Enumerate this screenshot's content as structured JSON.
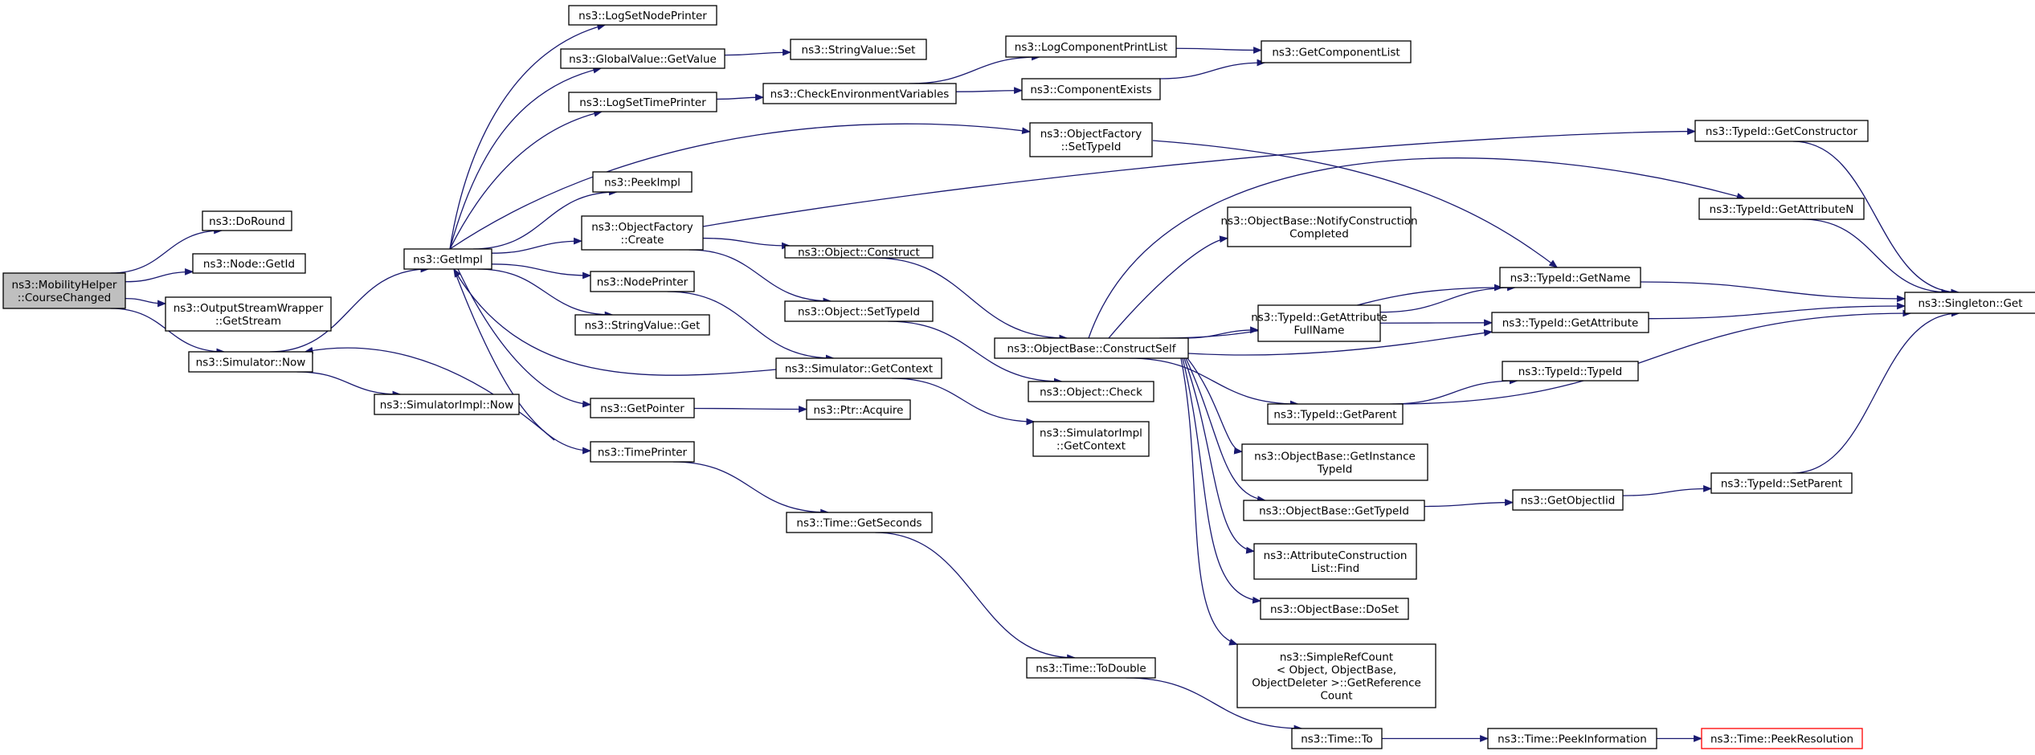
{
  "diagram": {
    "title": "",
    "colors": {
      "edge": "#191970",
      "root_fill": "#bfbfbf",
      "node_border": "#000000",
      "truncated_border": "#ff0000"
    },
    "nodes": [
      {
        "id": "n0",
        "lines": [
          "ns3::MobilityHelper",
          "::CourseChanged"
        ]
      },
      {
        "id": "n1",
        "lines": [
          "ns3::DoRound"
        ]
      },
      {
        "id": "n2",
        "lines": [
          "ns3::Node::GetId"
        ]
      },
      {
        "id": "n3",
        "lines": [
          "ns3::OutputStreamWrapper",
          "::GetStream"
        ]
      },
      {
        "id": "n4",
        "lines": [
          "ns3::Simulator::Now"
        ]
      },
      {
        "id": "n5",
        "lines": [
          "ns3::GetImpl"
        ]
      },
      {
        "id": "n6",
        "lines": [
          "ns3::SimulatorImpl::Now"
        ]
      },
      {
        "id": "n7",
        "lines": [
          "ns3::LogSetNodePrinter"
        ]
      },
      {
        "id": "n8",
        "lines": [
          "ns3::GlobalValue::GetValue"
        ]
      },
      {
        "id": "n9",
        "lines": [
          "ns3::LogSetTimePrinter"
        ]
      },
      {
        "id": "n10",
        "lines": [
          "ns3::PeekImpl"
        ]
      },
      {
        "id": "n11",
        "lines": [
          "ns3::ObjectFactory",
          "::Create"
        ]
      },
      {
        "id": "n12",
        "lines": [
          "ns3::NodePrinter"
        ]
      },
      {
        "id": "n13",
        "lines": [
          "ns3::StringValue::Get"
        ]
      },
      {
        "id": "n14",
        "lines": [
          "ns3::GetPointer"
        ]
      },
      {
        "id": "n15",
        "lines": [
          "ns3::TimePrinter"
        ]
      },
      {
        "id": "n16",
        "lines": [
          "ns3::StringValue::Set"
        ]
      },
      {
        "id": "n17",
        "lines": [
          "ns3::CheckEnvironmentVariables"
        ]
      },
      {
        "id": "n18",
        "lines": [
          "ns3::Object::Construct"
        ]
      },
      {
        "id": "n19",
        "lines": [
          "ns3::Object::SetTypeId"
        ]
      },
      {
        "id": "n20",
        "lines": [
          "ns3::Simulator::GetContext"
        ]
      },
      {
        "id": "n21",
        "lines": [
          "ns3::Ptr::Acquire"
        ]
      },
      {
        "id": "n22",
        "lines": [
          "ns3::Time::GetSeconds"
        ]
      },
      {
        "id": "n23",
        "lines": [
          "ns3::LogComponentPrintList"
        ]
      },
      {
        "id": "n24",
        "lines": [
          "ns3::ComponentExists"
        ]
      },
      {
        "id": "n25",
        "lines": [
          "ns3::ObjectFactory",
          "::SetTypeId"
        ]
      },
      {
        "id": "n26",
        "lines": [
          "ns3::ObjectBase::ConstructSelf"
        ]
      },
      {
        "id": "n27",
        "lines": [
          "ns3::Object::Check"
        ]
      },
      {
        "id": "n28",
        "lines": [
          "ns3::SimulatorImpl",
          "::GetContext"
        ]
      },
      {
        "id": "n29",
        "lines": [
          "ns3::Time::ToDouble"
        ]
      },
      {
        "id": "n30",
        "lines": [
          "ns3::GetComponentList"
        ]
      },
      {
        "id": "n31",
        "lines": [
          "ns3::ObjectBase::NotifyConstruction",
          "Completed"
        ]
      },
      {
        "id": "n32",
        "lines": [
          "ns3::TypeId::GetAttribute",
          "FullName"
        ]
      },
      {
        "id": "n33",
        "lines": [
          "ns3::TypeId::GetParent"
        ]
      },
      {
        "id": "n34",
        "lines": [
          "ns3::ObjectBase::GetInstance",
          "TypeId"
        ]
      },
      {
        "id": "n35",
        "lines": [
          "ns3::ObjectBase::GetTypeId"
        ]
      },
      {
        "id": "n36",
        "lines": [
          "ns3::AttributeConstruction",
          "List::Find"
        ]
      },
      {
        "id": "n37",
        "lines": [
          "ns3::ObjectBase::DoSet"
        ]
      },
      {
        "id": "n38",
        "lines": [
          "ns3::SimpleRefCount",
          "< Object, ObjectBase,",
          "ObjectDeleter >::GetReference",
          "Count"
        ]
      },
      {
        "id": "n39",
        "lines": [
          "ns3::Time::To"
        ]
      },
      {
        "id": "n40",
        "lines": [
          "ns3::TypeId::GetName"
        ]
      },
      {
        "id": "n41",
        "lines": [
          "ns3::TypeId::GetAttribute"
        ]
      },
      {
        "id": "n42",
        "lines": [
          "ns3::TypeId::TypeId"
        ]
      },
      {
        "id": "n43",
        "lines": [
          "ns3::GetObjectIid"
        ]
      },
      {
        "id": "n44",
        "lines": [
          "ns3::Time::PeekInformation"
        ]
      },
      {
        "id": "n45",
        "lines": [
          "ns3::TypeId::GetConstructor"
        ]
      },
      {
        "id": "n46",
        "lines": [
          "ns3::TypeId::GetAttributeN"
        ]
      },
      {
        "id": "n47",
        "lines": [
          "ns3::TypeId::SetParent"
        ]
      },
      {
        "id": "n48",
        "lines": [
          "ns3::Time::PeekResolution"
        ]
      },
      {
        "id": "n49",
        "lines": [
          "ns3::Singleton::Get"
        ]
      }
    ],
    "edges": [
      [
        "n0",
        "n1"
      ],
      [
        "n0",
        "n2"
      ],
      [
        "n0",
        "n3"
      ],
      [
        "n0",
        "n4"
      ],
      [
        "n4",
        "n5"
      ],
      [
        "n4",
        "n6"
      ],
      [
        "n5",
        "n7"
      ],
      [
        "n5",
        "n8"
      ],
      [
        "n5",
        "n9"
      ],
      [
        "n5",
        "n25"
      ],
      [
        "n5",
        "n10"
      ],
      [
        "n5",
        "n11"
      ],
      [
        "n5",
        "n12"
      ],
      [
        "n5",
        "n13"
      ],
      [
        "n5",
        "n14"
      ],
      [
        "n5",
        "n15"
      ],
      [
        "n8",
        "n16"
      ],
      [
        "n9",
        "n17"
      ],
      [
        "n17",
        "n23"
      ],
      [
        "n17",
        "n24"
      ],
      [
        "n23",
        "n30"
      ],
      [
        "n24",
        "n30"
      ],
      [
        "n25",
        "n40"
      ],
      [
        "n11",
        "n45"
      ],
      [
        "n11",
        "n18"
      ],
      [
        "n11",
        "n19"
      ],
      [
        "n18",
        "n26"
      ],
      [
        "n19",
        "n27"
      ],
      [
        "n12",
        "n20"
      ],
      [
        "n20",
        "n5"
      ],
      [
        "n20",
        "n28"
      ],
      [
        "n14",
        "n21"
      ],
      [
        "n15",
        "n4"
      ],
      [
        "n15",
        "n22"
      ],
      [
        "n22",
        "n29"
      ],
      [
        "n29",
        "n39"
      ],
      [
        "n39",
        "n44"
      ],
      [
        "n44",
        "n48"
      ],
      [
        "n26",
        "n46"
      ],
      [
        "n26",
        "n31"
      ],
      [
        "n26",
        "n40"
      ],
      [
        "n26",
        "n32"
      ],
      [
        "n26",
        "n41"
      ],
      [
        "n26",
        "n33"
      ],
      [
        "n26",
        "n34"
      ],
      [
        "n26",
        "n35"
      ],
      [
        "n26",
        "n36"
      ],
      [
        "n26",
        "n37"
      ],
      [
        "n26",
        "n38"
      ],
      [
        "n32",
        "n40"
      ],
      [
        "n32",
        "n41"
      ],
      [
        "n33",
        "n42"
      ],
      [
        "n33",
        "n49"
      ],
      [
        "n35",
        "n43"
      ],
      [
        "n43",
        "n47"
      ],
      [
        "n47",
        "n49"
      ],
      [
        "n40",
        "n49"
      ],
      [
        "n41",
        "n49"
      ],
      [
        "n45",
        "n49"
      ],
      [
        "n46",
        "n49"
      ]
    ]
  }
}
